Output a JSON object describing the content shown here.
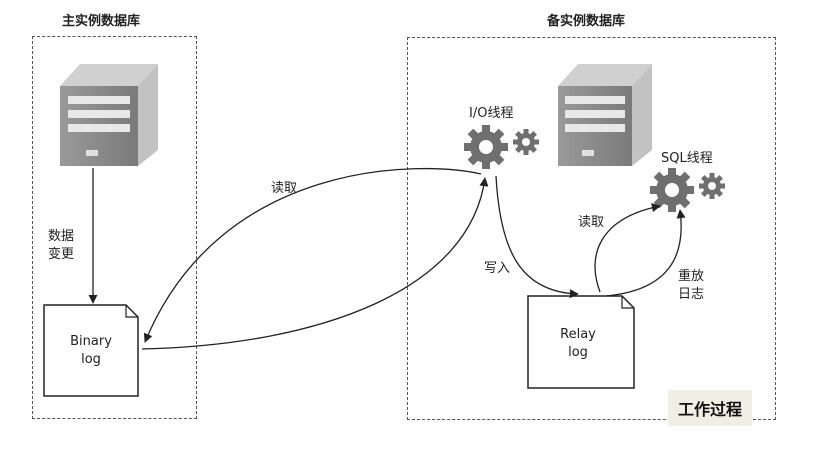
{
  "primary": {
    "title": "主实例数据库",
    "change_label_line1": "数据",
    "change_label_line2": "变更",
    "binlog_line1": "Binary",
    "binlog_line2": "log"
  },
  "standby": {
    "title": "备实例数据库",
    "io_thread": "I/O线程",
    "sql_thread": "SQL线程",
    "write_label": "写入",
    "read_label": "读取",
    "replay_line1": "重放",
    "replay_line2": "日志",
    "relaylog_line1": "Relay",
    "relaylog_line2": "log"
  },
  "flow": {
    "read_label": "读取"
  },
  "badge": "工作过程"
}
